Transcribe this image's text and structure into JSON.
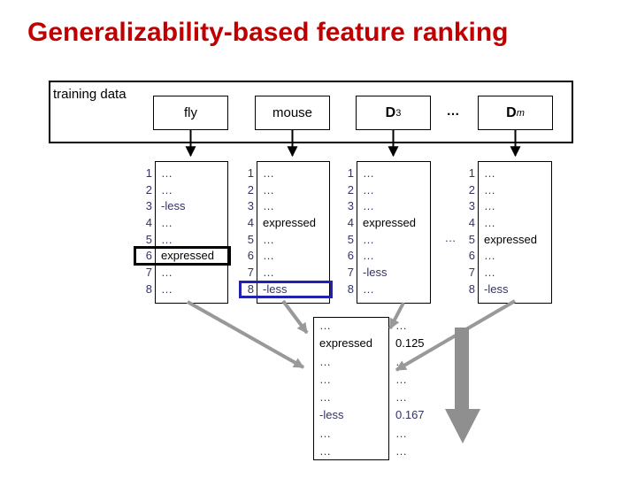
{
  "slide": {
    "title": "Generalizability-based feature ranking"
  },
  "training": {
    "label": "training data"
  },
  "headers": [
    {
      "label": "fly",
      "sub": ""
    },
    {
      "label": "mouse",
      "sub": ""
    },
    {
      "label": "D",
      "sub": "3"
    },
    {
      "label": "D",
      "sub": "m"
    }
  ],
  "header_ellipsis": "…",
  "column_ellipsis": "…",
  "datasets": [
    {
      "name": "fly",
      "rows": [
        [
          "1",
          "…"
        ],
        [
          "2",
          "…"
        ],
        [
          "3",
          "-less"
        ],
        [
          "4",
          "…"
        ],
        [
          "5",
          "…"
        ],
        [
          "6",
          "expressed"
        ],
        [
          "7",
          "…"
        ],
        [
          "8",
          "…"
        ]
      ]
    },
    {
      "name": "mouse",
      "rows": [
        [
          "1",
          "…"
        ],
        [
          "2",
          "…"
        ],
        [
          "3",
          "…"
        ],
        [
          "4",
          "expressed"
        ],
        [
          "5",
          "…"
        ],
        [
          "6",
          "…"
        ],
        [
          "7",
          "…"
        ],
        [
          "8",
          "-less"
        ]
      ]
    },
    {
      "name": "D3",
      "rows": [
        [
          "1",
          "…"
        ],
        [
          "2",
          "…"
        ],
        [
          "3",
          "…"
        ],
        [
          "4",
          "expressed"
        ],
        [
          "5",
          "…"
        ],
        [
          "6",
          "…"
        ],
        [
          "7",
          "-less"
        ],
        [
          "8",
          "…"
        ]
      ]
    },
    {
      "name": "Dm",
      "rows": [
        [
          "1",
          "…"
        ],
        [
          "2",
          "…"
        ],
        [
          "3",
          "…"
        ],
        [
          "4",
          "…"
        ],
        [
          "5",
          "expressed"
        ],
        [
          "6",
          "…"
        ],
        [
          "7",
          "…"
        ],
        [
          "8",
          "-less"
        ]
      ]
    }
  ],
  "highlights": [
    {
      "dataset": "fly",
      "row": 6,
      "color": "black"
    },
    {
      "dataset": "mouse",
      "row": 8,
      "color": "blue"
    }
  ],
  "result": {
    "features": [
      "…",
      "expressed",
      "…",
      "…",
      "…",
      "-less",
      "…",
      "…"
    ],
    "values": [
      "…",
      "0.125",
      "…",
      "…",
      "…",
      "0.167",
      "…",
      "…"
    ]
  },
  "colors": {
    "title_red": "#c00000",
    "navy": "#333366",
    "highlight_blue": "#2222b2",
    "arrow_gray": "#999999",
    "big_arrow_gray": "#8f8f8f",
    "line_black": "#000000"
  }
}
